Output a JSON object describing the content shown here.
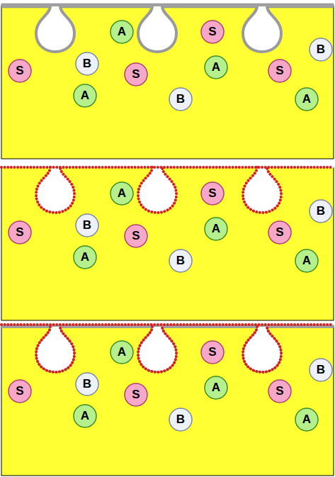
{
  "diagram": {
    "nodes": [
      {
        "text": [
          "A"
        ]
      },
      {
        "text": [
          "S"
        ]
      },
      {
        "text": [
          "S"
        ]
      },
      {
        "text": [
          "B"
        ]
      },
      {
        "text": [
          "S"
        ]
      },
      {
        "text": [
          "A"
        ]
      },
      {
        "text": [
          "S"
        ]
      },
      {
        "text": [
          "B"
        ]
      },
      {
        "text": [
          "A"
        ]
      },
      {
        "text": [
          "B"
        ]
      },
      {
        "text": [
          "A"
        ]
      },
      {
        "text": [
          "A"
        ]
      },
      {
        "text": [
          "S"
        ]
      },
      {
        "text": [
          "S"
        ]
      },
      {
        "text": [
          "B"
        ]
      },
      {
        "text": [
          "S"
        ]
      },
      {
        "text": [
          "A"
        ]
      },
      {
        "text": [
          "S"
        ]
      },
      {
        "text": [
          "B"
        ]
      },
      {
        "text": [
          "A"
        ]
      },
      {
        "text": [
          "B"
        ]
      },
      {
        "text": [
          "A"
        ]
      },
      {
        "text": [
          "A"
        ]
      },
      {
        "text": [
          "S"
        ]
      },
      {
        "text": [
          "S"
        ]
      },
      {
        "text": [
          "B"
        ]
      },
      {
        "text": [
          "S"
        ]
      },
      {
        "text": [
          "A"
        ]
      },
      {
        "text": [
          "S"
        ]
      },
      {
        "text": [
          "B"
        ]
      },
      {
        "text": [
          "A"
        ]
      },
      {
        "text": [
          "B"
        ]
      },
      {
        "text": [
          "A"
        ]
      }
    ]
  }
}
